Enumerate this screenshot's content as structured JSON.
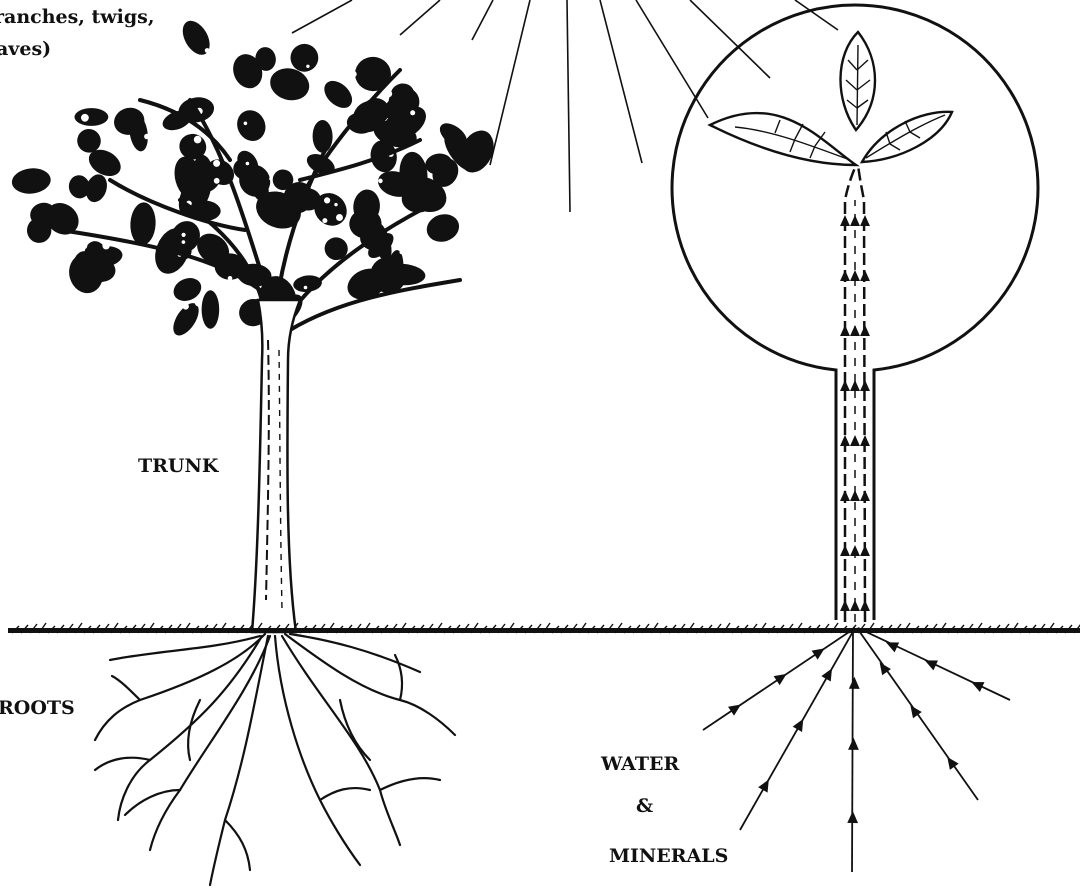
{
  "labels": {
    "crown_line1": "ranches, twigs,",
    "crown_line2": "aves)",
    "trunk": "TRUNK",
    "roots": "ROOTS",
    "water": "WATER",
    "and": "&",
    "minerals": "MINERALS"
  },
  "colors": {
    "ink": "#111111",
    "paper": "#ffffff"
  }
}
